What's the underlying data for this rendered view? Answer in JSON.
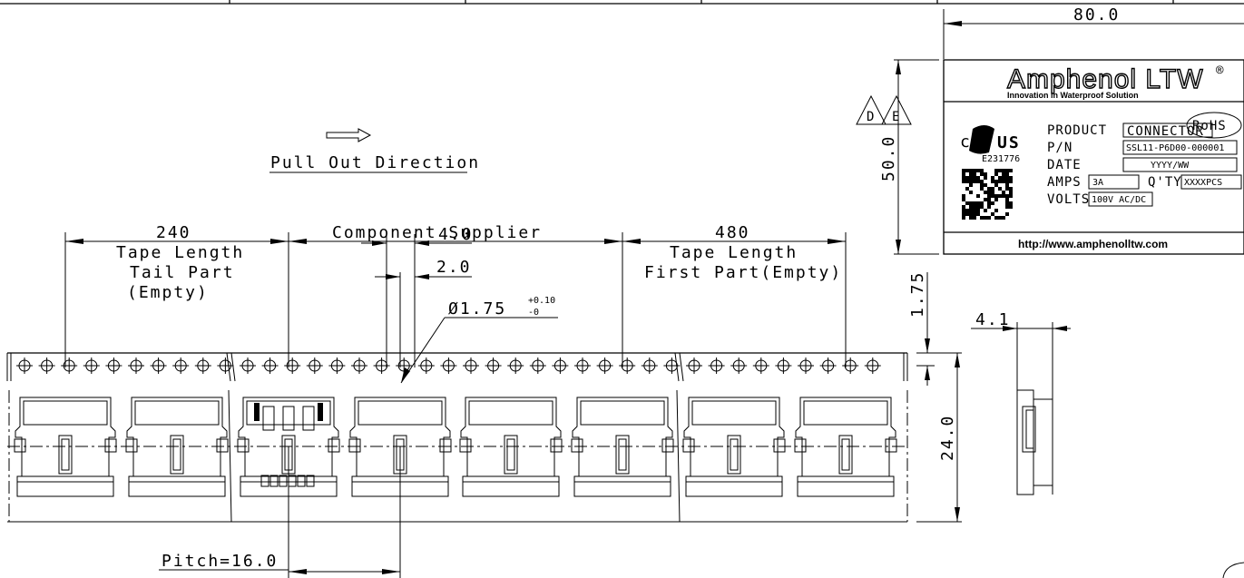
{
  "drawing": {
    "pull_out_direction": "Pull Out Direction",
    "tail": {
      "length": "240",
      "label1": "Tape Length",
      "label2": "Tail Part",
      "label3": "(Empty)"
    },
    "component": {
      "label": "Component Supplier"
    },
    "first": {
      "length": "480",
      "label1": "Tape Length",
      "label2": "First Part(Empty)"
    },
    "dim_4_0": "4.0",
    "dim_2_0": "2.0",
    "hole_dia": "Ø1.75",
    "hole_tol_plus": "+0.10",
    "hole_tol_minus": "-0",
    "pitch": "Pitch=16.0",
    "dim_1_75": "1.75",
    "dim_24_0": "24.0",
    "dim_4_1": "4.1",
    "dim_80_0": "80.0",
    "dim_50_0": "50.0",
    "rev_d": "D",
    "rev_e": "E"
  },
  "label": {
    "brand": "Amphenol LTW",
    "reg": "®",
    "tagline": "Innovation in Waterproof Solution",
    "ul_c": "c",
    "ul_us": "US",
    "ul_file": "E231776",
    "product_key": "PRODUCT",
    "product_val": "CONNECTOR",
    "rohs": "RoHS",
    "pn_key": "P/N",
    "pn_val": "SSL11-P6D00-000001",
    "date_key": "DATE",
    "date_val": "YYYY/WW",
    "amps_key": "AMPS",
    "amps_val": "3A",
    "qty_key": "Q'TY",
    "qty_val": "XXXXPCS",
    "volts_key": "VOLTS",
    "volts_val": "100V AC/DC",
    "url": "http://www.amphenolltw.com"
  }
}
